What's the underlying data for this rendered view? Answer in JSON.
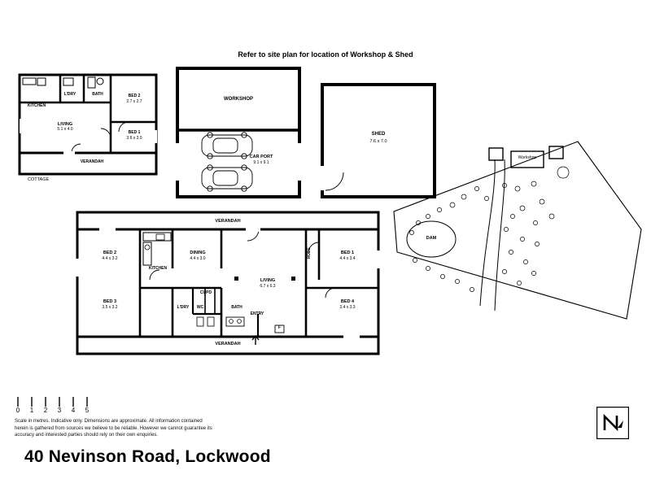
{
  "page": {
    "header_note": "Refer to site plan for location of Workshop & Shed",
    "title": "40 Nevinson Road, Lockwood",
    "disclaimer": "Scale in metres. Indicative only. Dimensions are approximate. All information contained\nherein is gathered from sources we believe to be reliable. However we cannot guarantee its\naccuracy and interested parties should rely on their own enquiries.",
    "north_label": "N",
    "scale": {
      "ticks": [
        "0",
        "1",
        "2",
        "3",
        "4",
        "5"
      ]
    }
  },
  "cottage": {
    "caption": "COTTAGE",
    "rooms": [
      {
        "name": "KITCHEN",
        "dims": ""
      },
      {
        "name": "L'DRY",
        "dims": ""
      },
      {
        "name": "BATH",
        "dims": ""
      },
      {
        "name": "BED 2",
        "dims": "2.7 x 2.7"
      },
      {
        "name": "LIVING",
        "dims": "5.1 x 4.0"
      },
      {
        "name": "BED 1",
        "dims": "3.6 x 3.0"
      },
      {
        "name": "VERANDAH",
        "dims": ""
      }
    ]
  },
  "workshop": {
    "rooms": [
      {
        "name": "WORKSHOP",
        "dims": ""
      },
      {
        "name": "CAR PORT",
        "dims": "9.1 x 9.1"
      }
    ]
  },
  "shed": {
    "rooms": [
      {
        "name": "SHED",
        "dims": "7.6 x 7.0"
      }
    ]
  },
  "house": {
    "rooms": [
      {
        "name": "VERANDAH",
        "dims": ""
      },
      {
        "name": "BED 2",
        "dims": "4.4 x 3.2"
      },
      {
        "name": "KITCHEN",
        "dims": ""
      },
      {
        "name": "DINING",
        "dims": "4.4 x 3.0"
      },
      {
        "name": "ROBE",
        "dims": ""
      },
      {
        "name": "BED 1",
        "dims": "4.4 x 3.4"
      },
      {
        "name": "BED 3",
        "dims": "3.5 x 3.2"
      },
      {
        "name": "LIVING",
        "dims": "6.7 x 6.3"
      },
      {
        "name": "BED 4",
        "dims": "3.4 x 3.3"
      },
      {
        "name": "CUPD",
        "dims": ""
      },
      {
        "name": "L'DRY",
        "dims": ""
      },
      {
        "name": "WC",
        "dims": ""
      },
      {
        "name": "BATH",
        "dims": ""
      },
      {
        "name": "ENTRY",
        "dims": ""
      },
      {
        "name": "VERANDAH",
        "dims": ""
      }
    ],
    "entry_marker": "F"
  },
  "siteplan": {
    "labels": [
      {
        "name": "DAM"
      },
      {
        "name": "Workshop"
      }
    ]
  }
}
